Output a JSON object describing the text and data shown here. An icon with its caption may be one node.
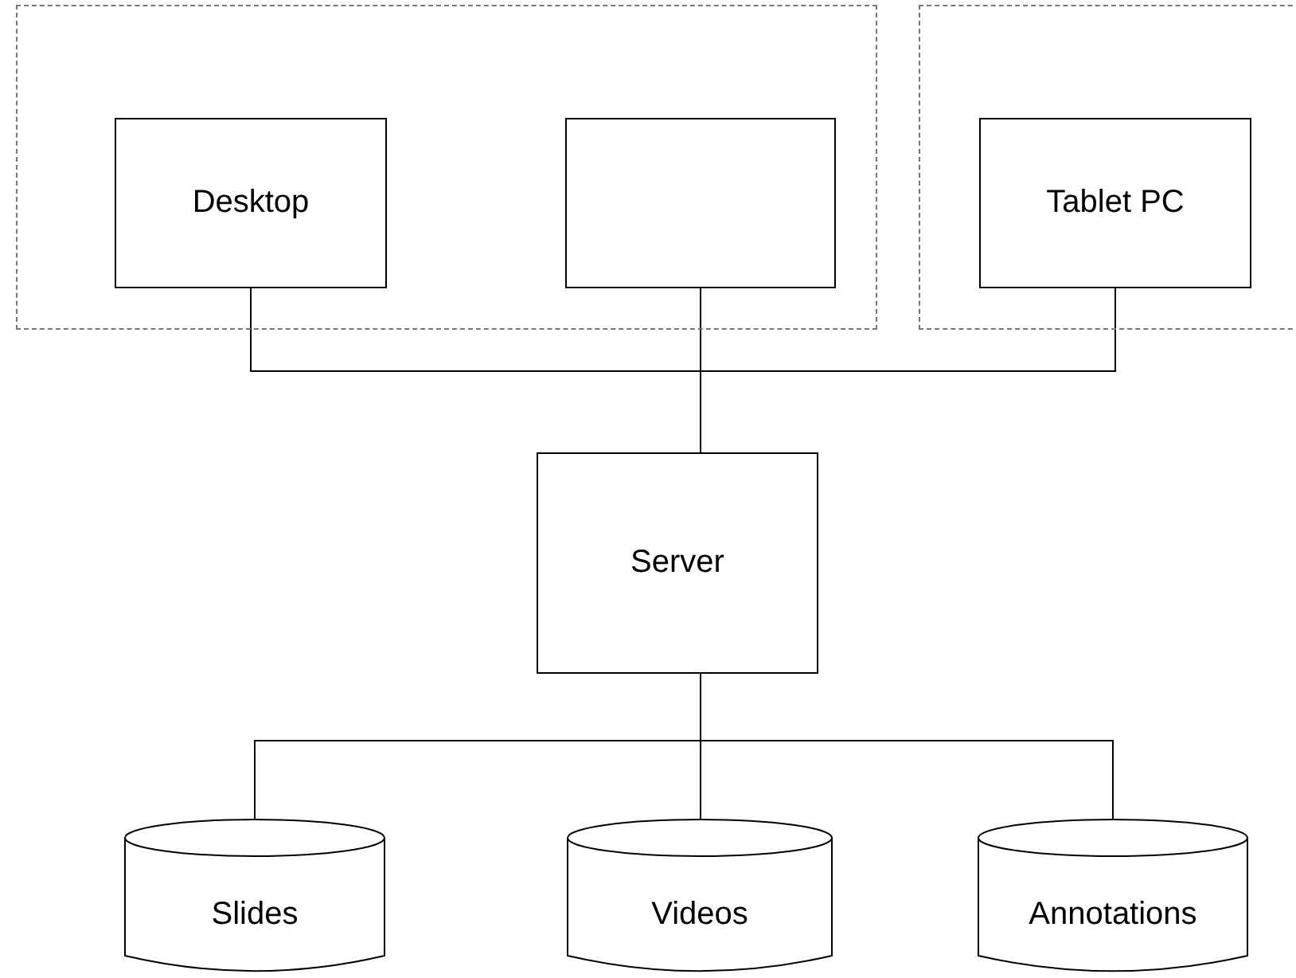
{
  "diagram": {
    "nodes": [
      {
        "text": [],
        "shape": "box"
      },
      {
        "text": [
          "Desktop"
        ],
        "in": 0
      },
      {
        "text": [],
        "shape": "box",
        "in": 0
      },
      {
        "text": [],
        "shape": "box"
      },
      {
        "text": [
          "Tablet PC"
        ],
        "in": 3
      },
      {
        "text": [
          "Server"
        ]
      },
      {
        "text": [
          "Slides"
        ]
      },
      {
        "text": [
          "Videos"
        ]
      },
      {
        "text": [
          "Annotations"
        ]
      }
    ],
    "edges": [
      {
        "from": 1,
        "to": 5,
        "arrow": "none"
      },
      {
        "from": 2,
        "to": 5,
        "arrow": "none"
      },
      {
        "from": 4,
        "to": 5,
        "arrow": "none"
      },
      {
        "from": 5,
        "to": 6,
        "arrow": "none"
      },
      {
        "from": 5,
        "to": 7,
        "arrow": "none"
      },
      {
        "from": 5,
        "to": 8,
        "arrow": "none"
      }
    ]
  }
}
